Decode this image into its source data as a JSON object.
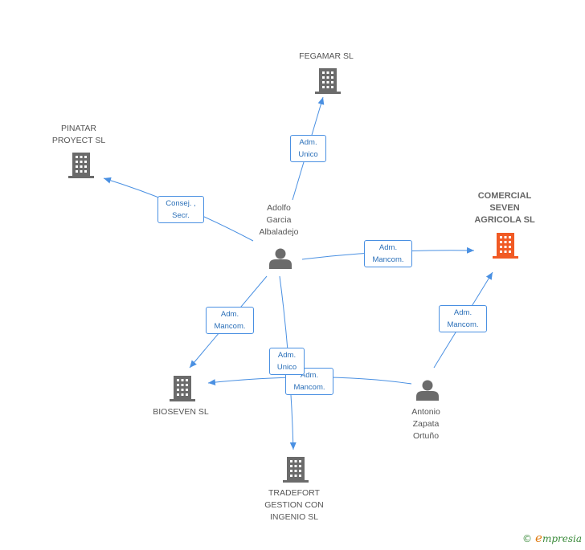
{
  "colors": {
    "edge": "#4a90e2",
    "company": "#6b6b6b",
    "company_focus": "#f15a24",
    "person": "#6b6b6b"
  },
  "nodes": {
    "fegamar": {
      "label": "FEGAMAR  SL",
      "icon": "building-icon"
    },
    "pinatar": {
      "label": "PINATAR\nPROYECT SL",
      "icon": "building-icon"
    },
    "comercial": {
      "label": "COMERCIAL\nSEVEN\nAGRICOLA SL",
      "icon": "building-icon"
    },
    "adolfo": {
      "label": "Adolfo\nGarcia\nAlbaladejo",
      "icon": "person-icon"
    },
    "bioseven": {
      "label": "BIOSEVEN SL",
      "icon": "building-icon"
    },
    "tradefort": {
      "label": "TRADEFORT\nGESTION CON\nINGENIO  SL",
      "icon": "building-icon"
    },
    "antonio": {
      "label": "Antonio\nZapata\nOrtuño",
      "icon": "person-icon"
    }
  },
  "edges": {
    "adolfo_fegamar": "Adm.\nUnico",
    "adolfo_pinatar": "Consej. ,\nSecr.",
    "adolfo_comercial": "Adm.\nMancom.",
    "adolfo_bioseven": "Adm.\nMancom.",
    "adolfo_tradefort": "Adm.\nUnico",
    "antonio_bioseven": "Adm.\nMancom.",
    "antonio_comercial": "Adm.\nMancom."
  },
  "footer": {
    "copyright": "©",
    "brand_initial": "e",
    "brand_rest": "mpresia"
  }
}
